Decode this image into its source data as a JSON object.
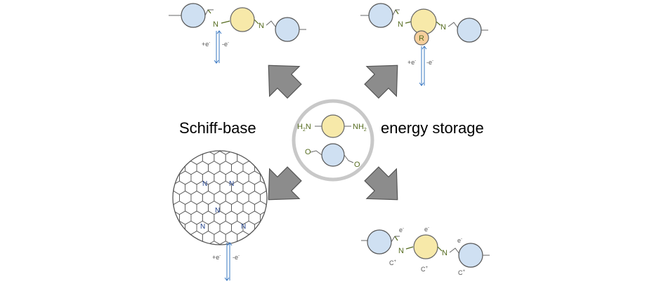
{
  "labels": {
    "left": "Schiff-base",
    "right": "energy storage"
  },
  "atoms": {
    "n": "N",
    "r": "R",
    "h2n_main": "H",
    "h2n_sub": "2",
    "h2n_n": "N",
    "nh2_n": "NH",
    "nh2_sub": "2",
    "o": "O"
  },
  "electron": {
    "plus": "+e",
    "minus": "-e",
    "sup": "-",
    "e": "e",
    "c": "C",
    "cplus": "+"
  },
  "colors": {
    "blue_ring": "#cfe0f2",
    "yellow_ring": "#f7e9a9",
    "r_ring": "#f6cf9c",
    "arrow": "#8c8c8c",
    "center_circle": "#c8c8c8",
    "n_label": "#556b1f",
    "graphene_n": "#1f3f8a"
  }
}
